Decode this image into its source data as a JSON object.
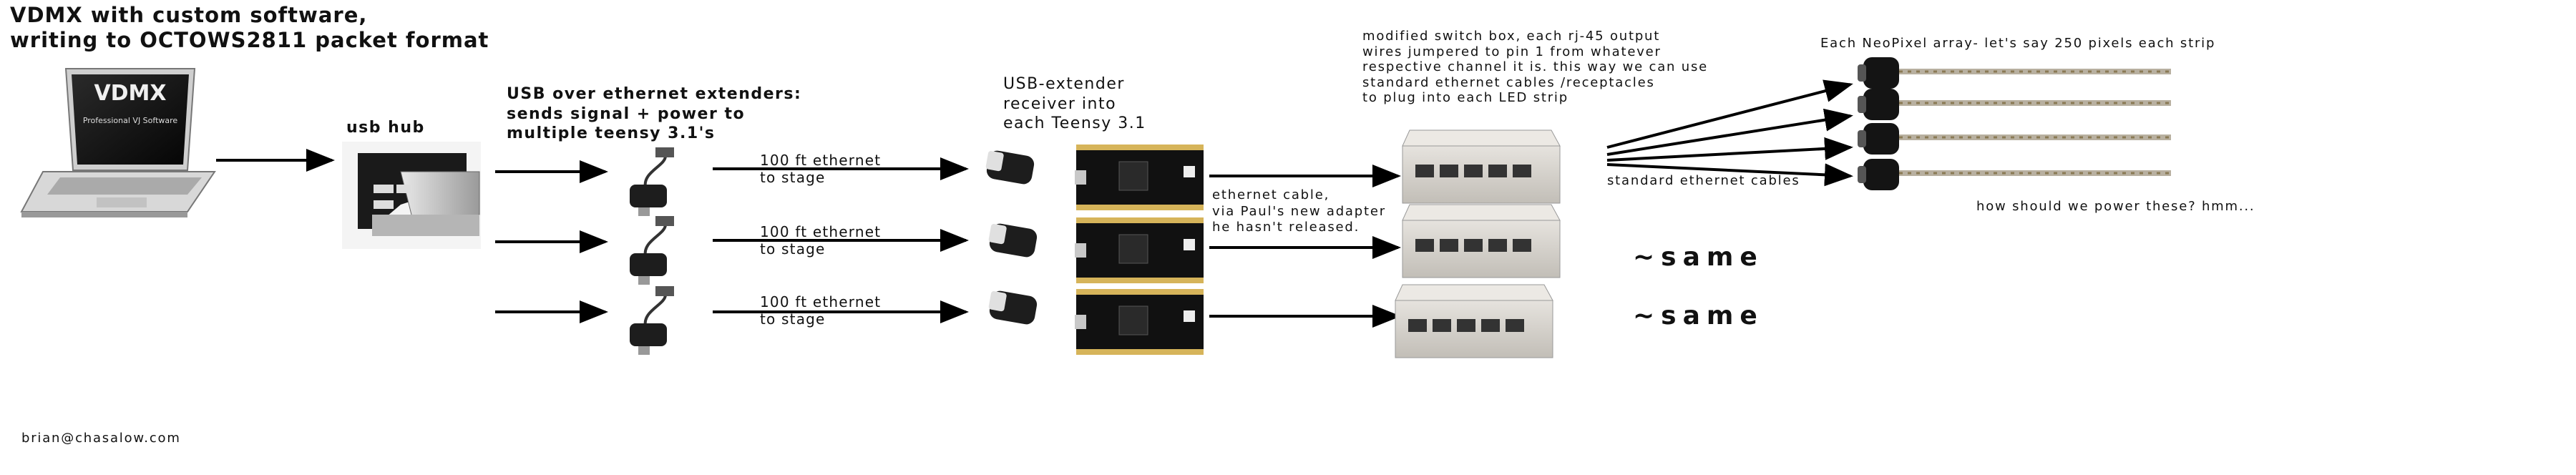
{
  "title_lines": [
    "VDMX with custom software,",
    "writing to OCTOWS2811 packet format"
  ],
  "laptop": {
    "brand": "VDMX",
    "subtitle": "Professional VJ Software"
  },
  "usb_hub_label": "usb hub",
  "extenders_label": [
    "USB over ethernet extenders:",
    "sends signal + power to",
    "multiple teensy 3.1's"
  ],
  "cable_labels": [
    [
      "100 ft ethernet",
      "to stage"
    ],
    [
      "100 ft ethernet",
      "to stage"
    ],
    [
      "100 ft ethernet",
      "to stage"
    ]
  ],
  "receiver_label": [
    "USB-extender",
    "receiver into",
    "each Teensy 3.1"
  ],
  "adapter_label": [
    "ethernet cable,",
    "via Paul's new adapter",
    "he hasn't released."
  ],
  "switch_label": [
    "modified switch box, each rj-45 output",
    "wires jumpered to pin 1 from whatever",
    "respective channel it is. this way we can use",
    "standard ethernet cables /receptacles",
    "to plug into each LED strip"
  ],
  "standard_cables_label": "standard ethernet cables",
  "neopixel_label": "Each NeoPixel array- let's say 250 pixels each strip",
  "power_question": "how should we power these? hmm...",
  "same_labels": [
    "~same",
    "~same"
  ],
  "footer_email": "brian@chasalow.com",
  "colors": {
    "background": "#ffffff",
    "text": "#111111",
    "arrow": "#000000",
    "switch_box": "#d6d2cc",
    "teensy_board": "#111111",
    "strip": "#b8b0a0"
  }
}
